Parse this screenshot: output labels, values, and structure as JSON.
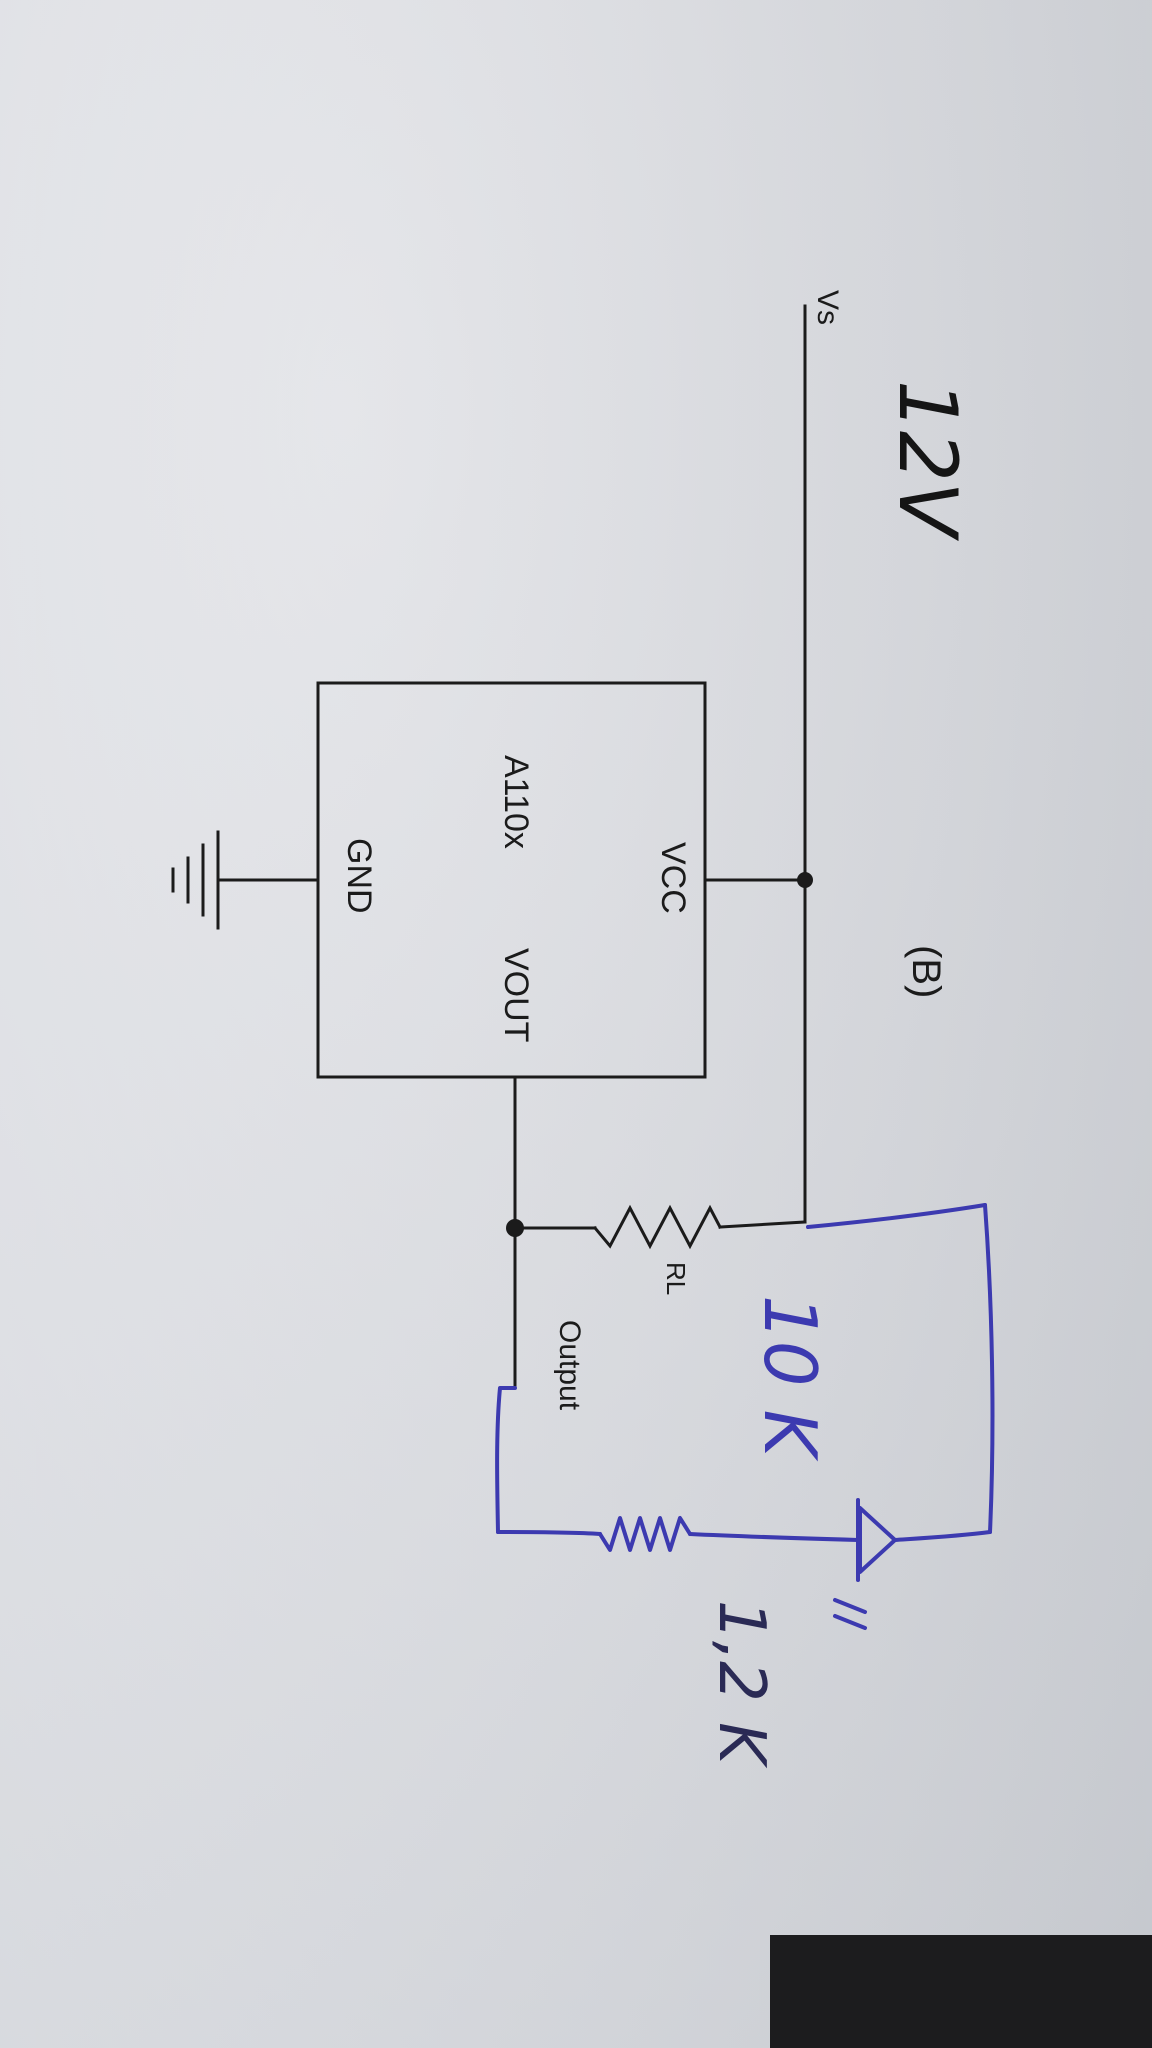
{
  "diagram": {
    "title": "(B)",
    "supply_label": "Vs",
    "chip": {
      "name": "A110x",
      "pin_vcc": "VCC",
      "pin_vout": "VOUT",
      "pin_gnd": "GND"
    },
    "resistor_label": "RL",
    "output_label": "Output",
    "handwritten": {
      "supply_value": "12V",
      "rl_value": "10 K",
      "series_resistor_value": "1,2 K"
    },
    "colors": {
      "ink": "#1b1b1b",
      "pen": "#3c3ab0",
      "paper": "#d9dbe0"
    }
  }
}
